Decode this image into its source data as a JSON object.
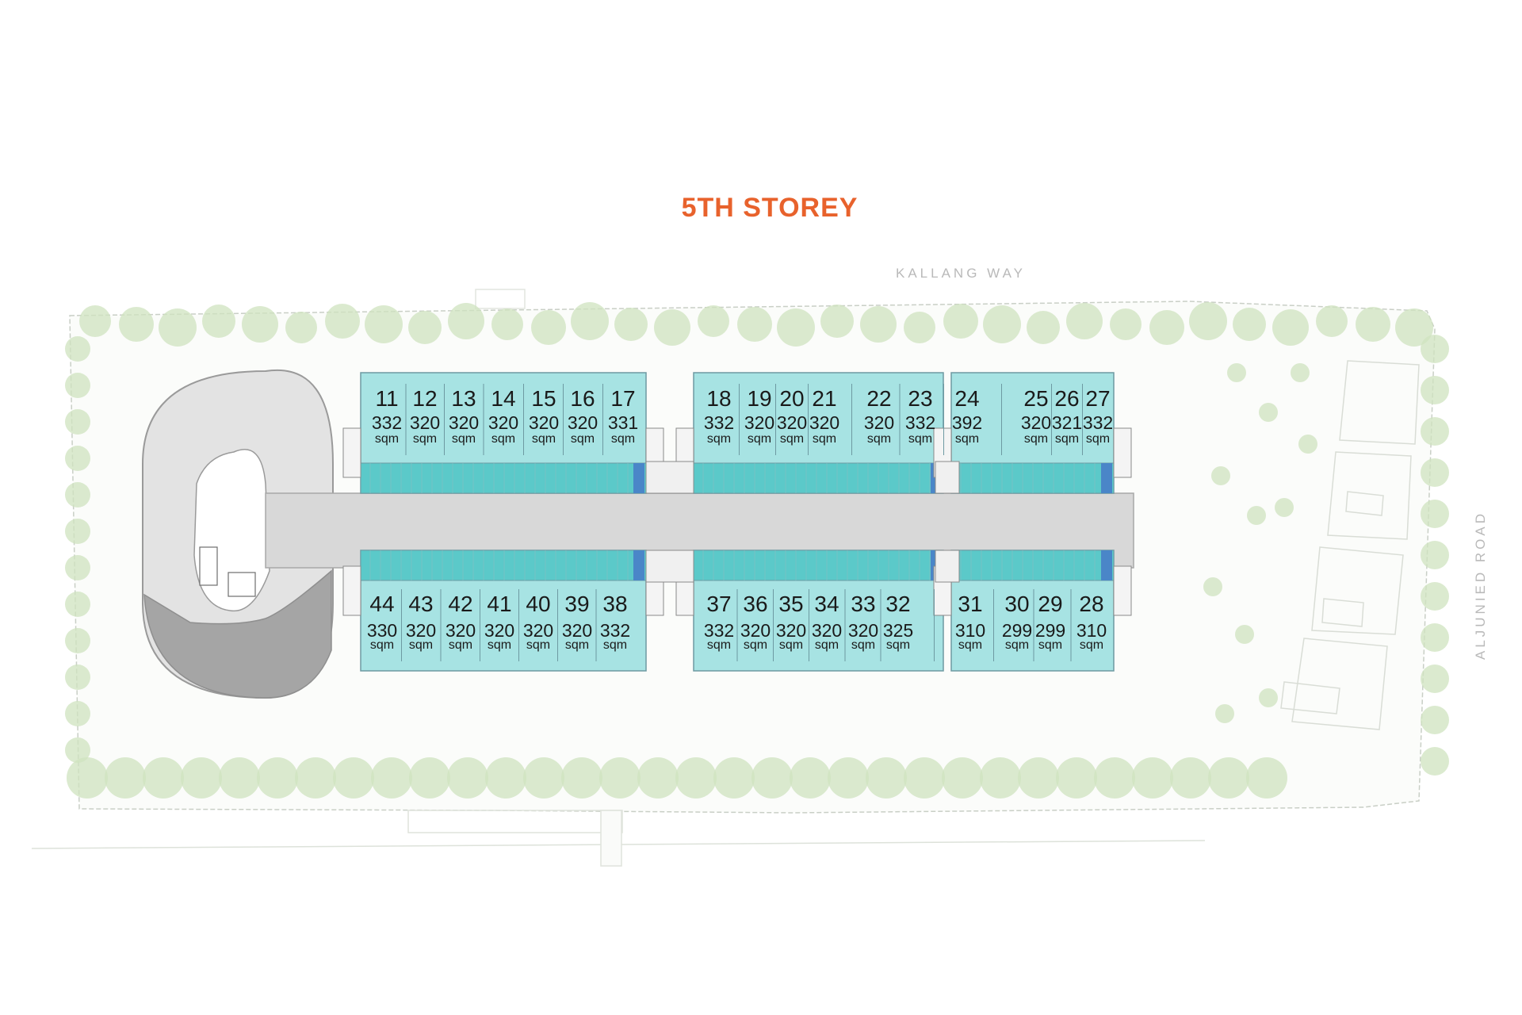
{
  "title": "5TH STOREY",
  "roads": {
    "top": "KALLANG WAY",
    "right": "ALJUNIED ROAD"
  },
  "area_unit": "sqm",
  "colors": {
    "title": "#e8622c",
    "unit_fill": "#a7e3e3",
    "unit_stroke": "#6e9aa2",
    "corridor": "#5bc9c9",
    "lift": "#4a86c8",
    "driveway": "#d8d8d8",
    "ramp": "#a9a9a9",
    "tree": "#cfe3bf",
    "road_text": "#b9b9b9"
  },
  "units_top_left": [
    {
      "number": "11",
      "area": "332"
    },
    {
      "number": "12",
      "area": "320"
    },
    {
      "number": "13",
      "area": "320"
    },
    {
      "number": "14",
      "area": "320"
    },
    {
      "number": "15",
      "area": "320"
    },
    {
      "number": "16",
      "area": "320"
    },
    {
      "number": "17",
      "area": "331"
    }
  ],
  "units_top_right": [
    {
      "number": "18",
      "area": "332"
    },
    {
      "number": "19",
      "area": "320"
    },
    {
      "number": "20",
      "area": "320"
    },
    {
      "number": "21",
      "area": "320"
    },
    {
      "number": "22",
      "area": "320"
    },
    {
      "number": "23",
      "area": "332"
    },
    {
      "number": "24",
      "area": "392"
    },
    {
      "number": "25",
      "area": "320"
    },
    {
      "number": "26",
      "area": "321"
    },
    {
      "number": "27",
      "area": "332"
    }
  ],
  "units_bottom_left": [
    {
      "number": "44",
      "area": "330"
    },
    {
      "number": "43",
      "area": "320"
    },
    {
      "number": "42",
      "area": "320"
    },
    {
      "number": "41",
      "area": "320"
    },
    {
      "number": "40",
      "area": "320"
    },
    {
      "number": "39",
      "area": "320"
    },
    {
      "number": "38",
      "area": "332"
    }
  ],
  "units_bottom_right": [
    {
      "number": "37",
      "area": "332"
    },
    {
      "number": "36",
      "area": "320"
    },
    {
      "number": "35",
      "area": "320"
    },
    {
      "number": "34",
      "area": "320"
    },
    {
      "number": "33",
      "area": "320"
    },
    {
      "number": "32",
      "area": "325"
    },
    {
      "number": "31",
      "area": "310"
    },
    {
      "number": "30",
      "area": "299"
    },
    {
      "number": "29",
      "area": "299"
    },
    {
      "number": "28",
      "area": "310"
    }
  ]
}
